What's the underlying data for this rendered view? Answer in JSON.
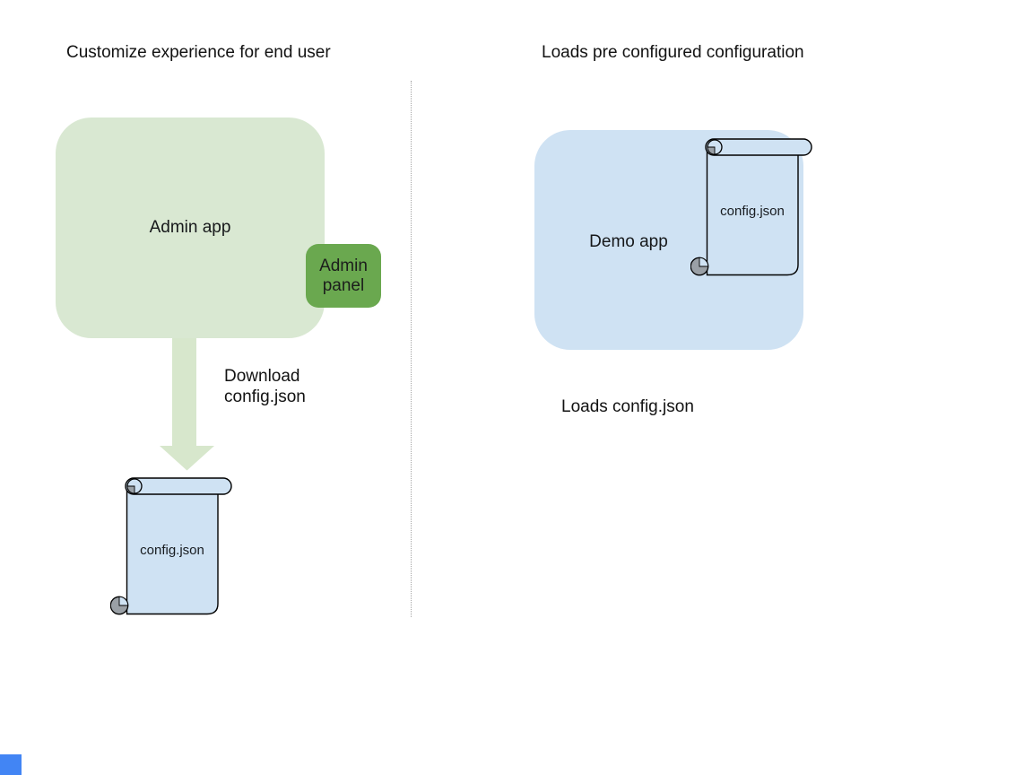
{
  "left_section": {
    "title": "Customize experience for end user",
    "admin_app_label": "Admin app",
    "admin_panel_label": "Admin\npanel",
    "download_label": "Download\nconfig.json",
    "scroll_label": "config.json"
  },
  "right_section": {
    "title": "Loads pre configured configuration",
    "demo_app_label": "Demo app",
    "scroll_label": "config.json",
    "caption": "Loads config.json"
  },
  "colors": {
    "admin_app_fill": "#d9e8d2",
    "admin_panel_fill": "#6aa84f",
    "arrow_fill": "#d7e7cc",
    "demo_app_fill": "#cfe2f3",
    "scroll_fill": "#cfe2f3",
    "scroll_curl_gray": "#9aa0a6",
    "shape_outline": "#000000",
    "divider": "#a6a6a6",
    "corner_square": "#4285f4"
  }
}
